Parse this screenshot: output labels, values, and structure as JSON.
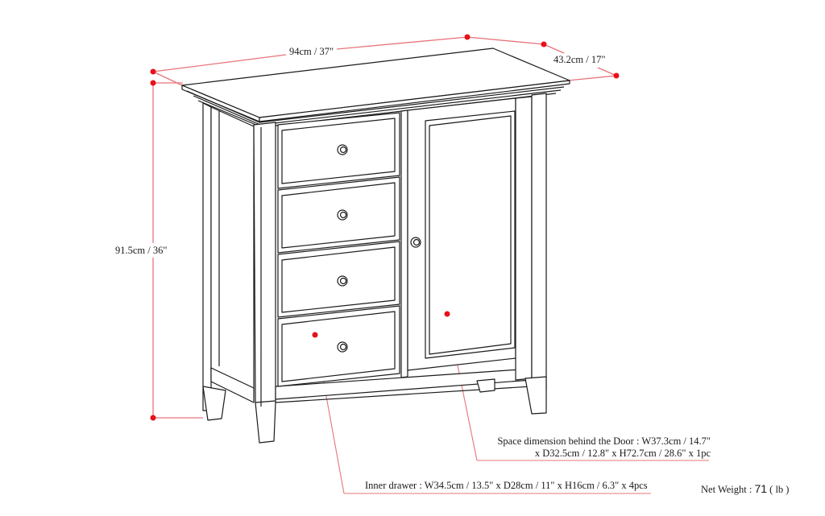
{
  "product": {
    "type": "cabinet",
    "description": "Storage cabinet with 4 drawers and 1 door, line drawing with dimensions"
  },
  "dimensions": {
    "width": "94cm / 37\"",
    "depth": "43.2cm / 17\"",
    "height": "91.5cm / 36\""
  },
  "annotations": {
    "door_space": {
      "line1": "Space dimension behind the Door  : W37.3cm / 14.7\"",
      "line2": "x D32.5cm / 12.8\" x H72.7cm / 28.6\" x 1pc"
    },
    "inner_drawer": {
      "text": "Inner drawer  : W34.5cm / 13.5\" x D28cm / 11\" x H16cm / 6.3\" x 4pcs"
    }
  },
  "weight": {
    "label": "Net Weight :",
    "value": "71",
    "unit": "( lb )"
  },
  "colors": {
    "dimension_line": "#e8474b",
    "dimension_dot": "#e8101a",
    "outline": "#1a1a1a"
  },
  "drawer_count": 4,
  "door_count": 1
}
